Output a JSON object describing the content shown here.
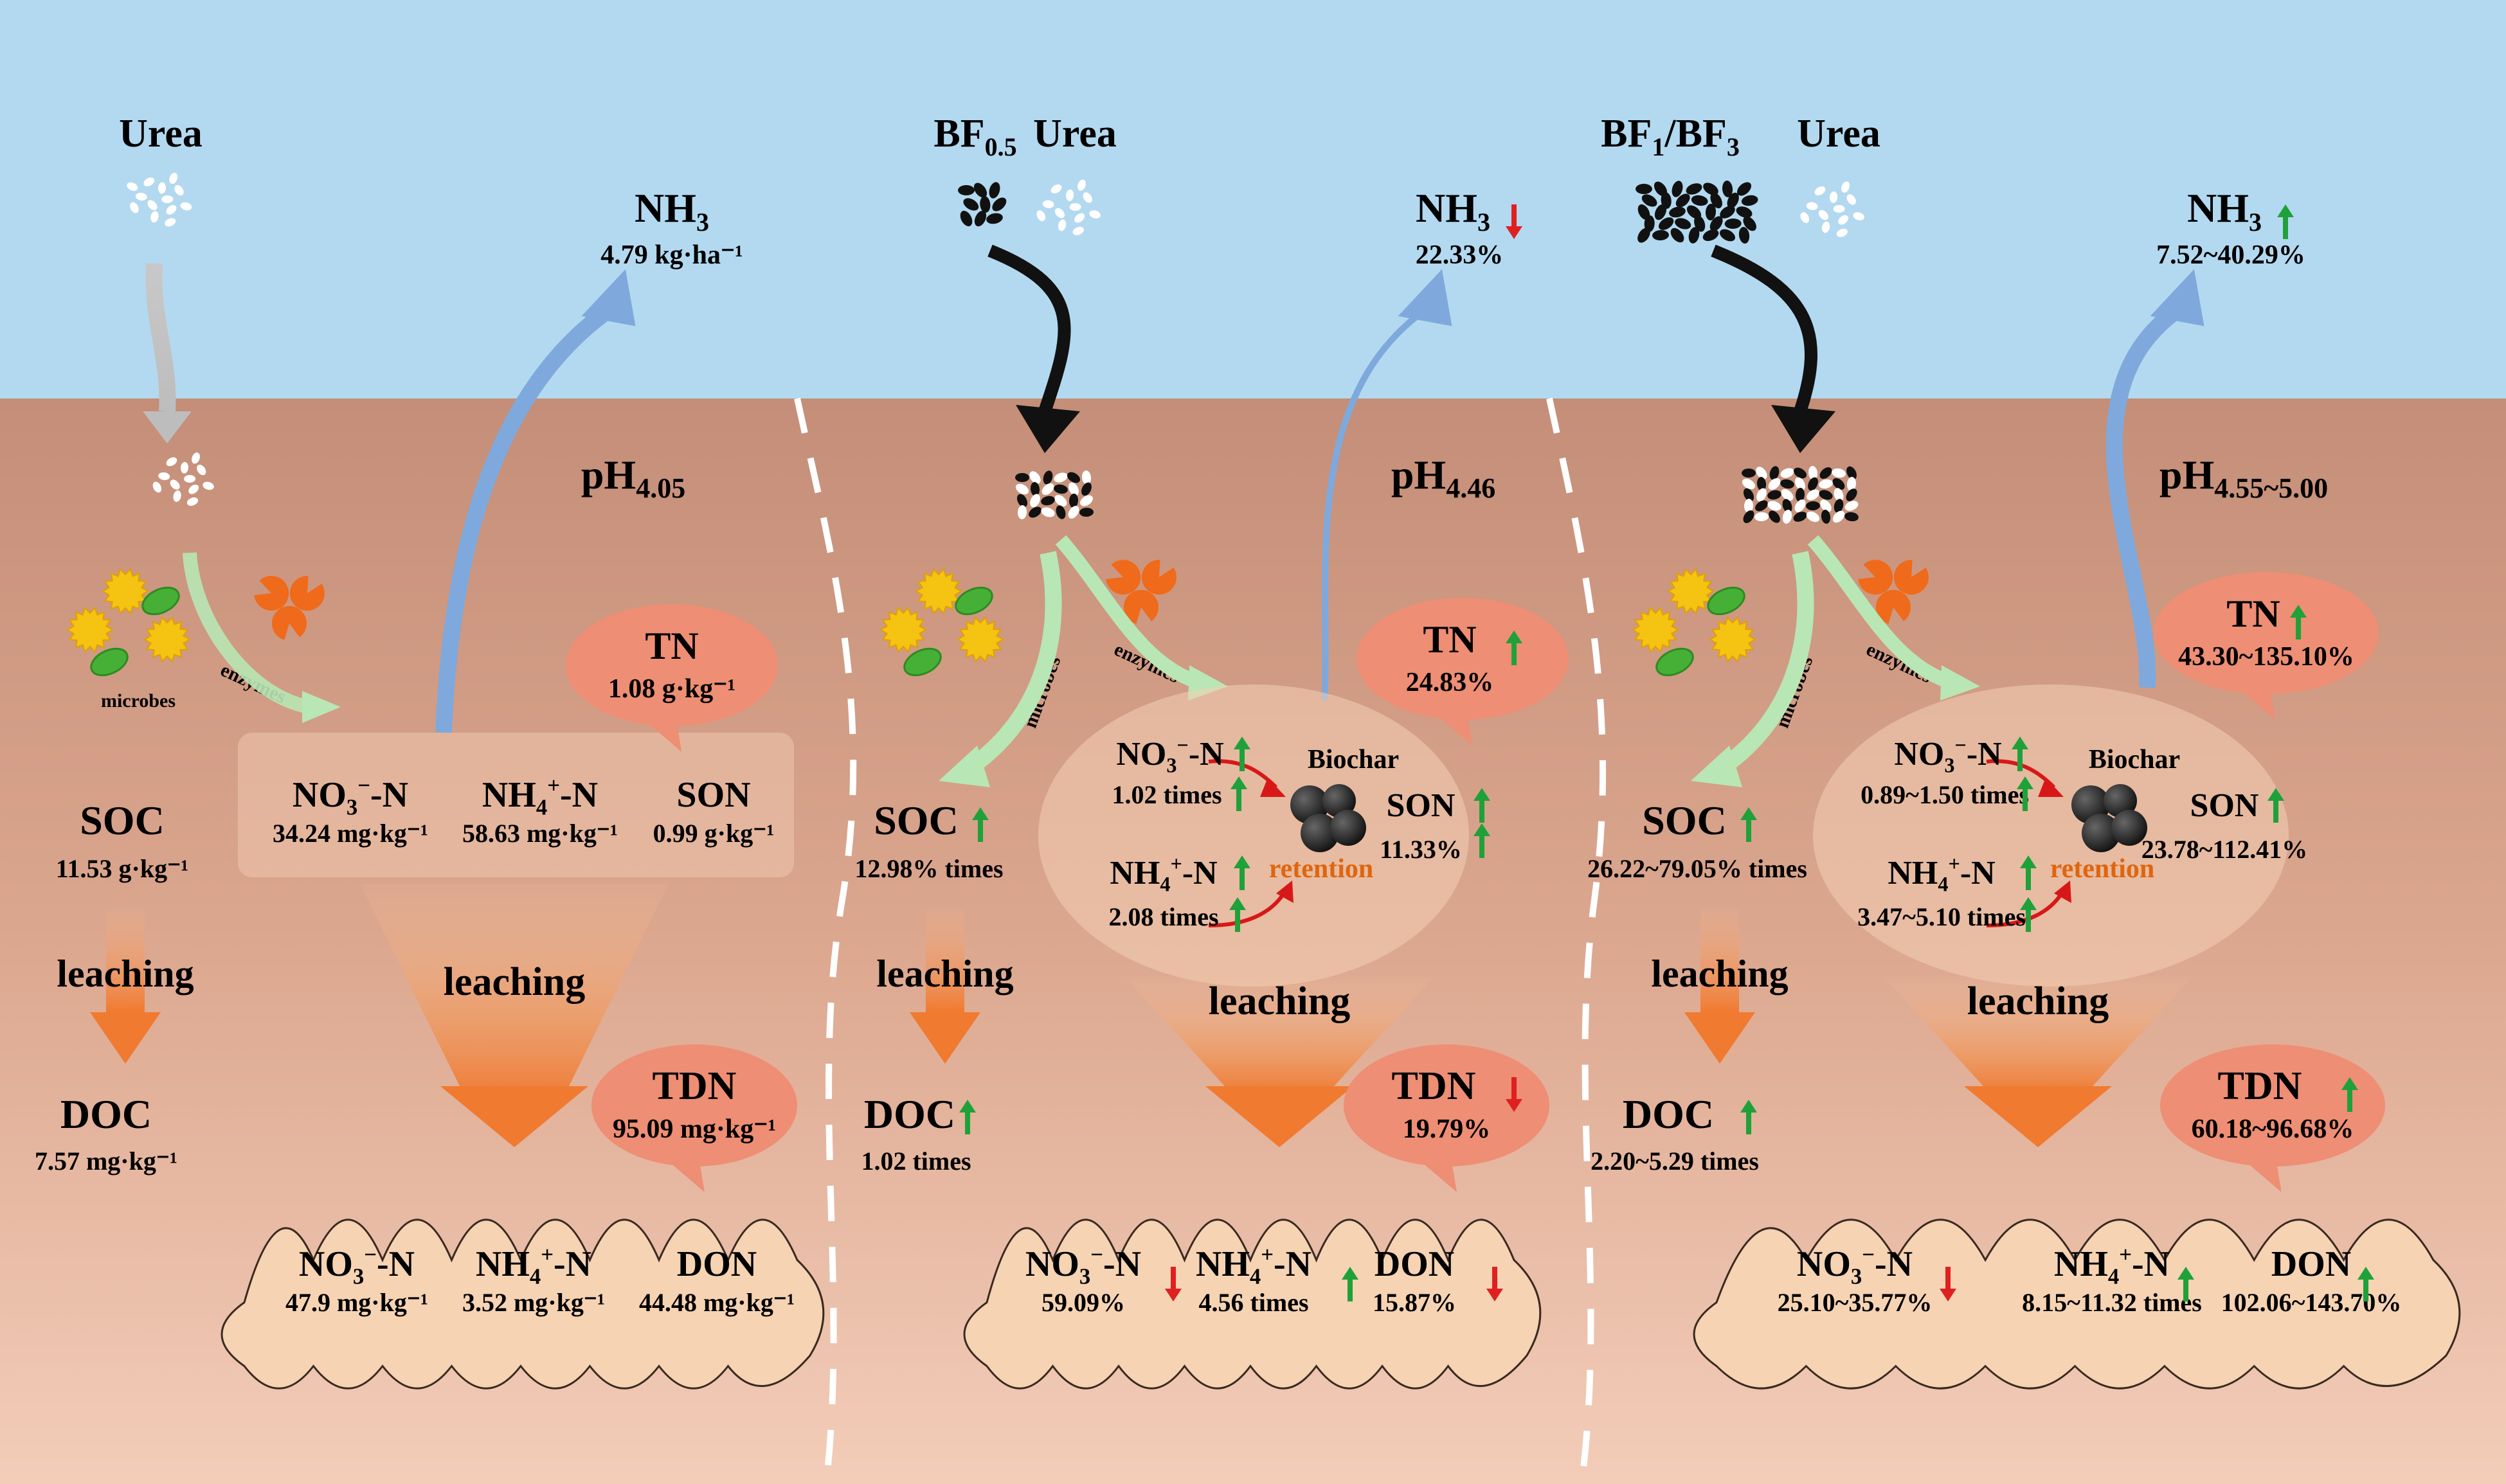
{
  "colors": {
    "sky": "#b3d9f0",
    "soil_top": "#c48e78",
    "soil_bottom": "#f3cdb9",
    "bubble": "#ee8e74",
    "cloud": "#f5d3b3",
    "zone": "#f3cfb5",
    "arrow_orange": "#f07a30",
    "arrow_blue": "#7fa9dc",
    "up_green": "#1fa13a",
    "down_red": "#e02020"
  },
  "panels": [
    {
      "inputs": {
        "urea": "Urea"
      },
      "nh3": {
        "label": "NH",
        "sub": "3",
        "value": "4.79 kg·ha⁻¹",
        "trend": ""
      },
      "ph": {
        "label": "pH",
        "sub": "4.05"
      },
      "microbes_label": "microbes",
      "enzymes_label": "enzymes",
      "tn": {
        "label": "TN",
        "value": "1.08 g·kg⁻¹",
        "trend": ""
      },
      "soil_n": [
        {
          "label_main": "NO",
          "label_sub": "3",
          "label_sup": "−",
          "label_end": "-N",
          "value": "34.24 mg·kg⁻¹",
          "trend": ""
        },
        {
          "label_main": "NH",
          "label_sub": "4",
          "label_sup": "+",
          "label_end": "-N",
          "value": "58.63 mg·kg⁻¹",
          "trend": ""
        },
        {
          "label_main": "SON",
          "label_sub": "",
          "label_sup": "",
          "label_end": "",
          "value": "0.99 g·kg⁻¹",
          "trend": ""
        }
      ],
      "soc": {
        "label": "SOC",
        "value": "11.53 g·kg⁻¹",
        "trend": ""
      },
      "doc": {
        "label": "DOC",
        "value": "7.57 mg·kg⁻¹",
        "trend": ""
      },
      "leaching_label": "leaching",
      "tdn": {
        "label": "TDN",
        "value": "95.09 mg·kg⁻¹",
        "trend": ""
      },
      "leach_n": [
        {
          "label_main": "NO",
          "label_sub": "3",
          "label_sup": "−",
          "label_end": "-N",
          "value": "47.9 mg·kg⁻¹",
          "trend": ""
        },
        {
          "label_main": "NH",
          "label_sub": "4",
          "label_sup": "+",
          "label_end": "-N",
          "value": "3.52 mg·kg⁻¹",
          "trend": ""
        },
        {
          "label_main": "DON",
          "label_sub": "",
          "label_sup": "",
          "label_end": "",
          "value": "44.48 mg·kg⁻¹",
          "trend": ""
        }
      ]
    },
    {
      "inputs": {
        "bf_main": "BF",
        "bf_sub": "0.5",
        "urea": "Urea"
      },
      "nh3": {
        "label": "NH",
        "sub": "3",
        "value": "22.33%",
        "trend": "down"
      },
      "ph": {
        "label": "pH",
        "sub": "4.46"
      },
      "microbes_label": "microbes",
      "enzymes_label": "enzymes",
      "tn": {
        "label": "TN",
        "value": "24.83%",
        "trend": "up"
      },
      "biochar_label": "Biochar",
      "retention_label": "retention",
      "soil_n": [
        {
          "label_main": "NO",
          "label_sub": "3",
          "label_sup": "−",
          "label_end": "-N",
          "value": "1.02 times",
          "trend": "up"
        },
        {
          "label_main": "NH",
          "label_sub": "4",
          "label_sup": "+",
          "label_end": "-N",
          "value": "2.08 times",
          "trend": "up"
        },
        {
          "label_main": "SON",
          "label_sub": "",
          "label_sup": "",
          "label_end": "",
          "value": "11.33%",
          "trend": "up"
        }
      ],
      "soc": {
        "label": "SOC",
        "value": "12.98% times",
        "trend": "up"
      },
      "doc": {
        "label": "DOC",
        "value": "1.02 times",
        "trend": "up"
      },
      "leaching_label": "leaching",
      "tdn": {
        "label": "TDN",
        "value": "19.79%",
        "trend": "down"
      },
      "leach_n": [
        {
          "label_main": "NO",
          "label_sub": "3",
          "label_sup": "−",
          "label_end": "-N",
          "value": "59.09%",
          "trend": "down"
        },
        {
          "label_main": "NH",
          "label_sub": "4",
          "label_sup": "+",
          "label_end": "-N",
          "value": "4.56 times",
          "trend": "up"
        },
        {
          "label_main": "DON",
          "label_sub": "",
          "label_sup": "",
          "label_end": "",
          "value": "15.87%",
          "trend": "down"
        }
      ]
    },
    {
      "inputs": {
        "bf_main": "BF",
        "bf_sub": "1",
        "bf_sep": "/BF",
        "bf_sub2": "3",
        "urea": "Urea"
      },
      "nh3": {
        "label": "NH",
        "sub": "3",
        "value": "7.52~40.29%",
        "trend": "up"
      },
      "ph": {
        "label": "pH",
        "sub": "4.55~5.00"
      },
      "microbes_label": "microbes",
      "enzymes_label": "enzymes",
      "tn": {
        "label": "TN",
        "value": "43.30~135.10%",
        "trend": "up"
      },
      "biochar_label": "Biochar",
      "retention_label": "retention",
      "soil_n": [
        {
          "label_main": "NO",
          "label_sub": "3",
          "label_sup": "−",
          "label_end": "-N",
          "value": "0.89~1.50 times",
          "trend": "up"
        },
        {
          "label_main": "NH",
          "label_sub": "4",
          "label_sup": "+",
          "label_end": "-N",
          "value": "3.47~5.10 times",
          "trend": "up"
        },
        {
          "label_main": "SON",
          "label_sub": "",
          "label_sup": "",
          "label_end": "",
          "value": "23.78~112.41%",
          "trend": "up"
        }
      ],
      "soc": {
        "label": "SOC",
        "value": "26.22~79.05% times",
        "trend": "up"
      },
      "doc": {
        "label": "DOC",
        "value": "2.20~5.29 times",
        "trend": "up"
      },
      "leaching_label": "leaching",
      "tdn": {
        "label": "TDN",
        "value": "60.18~96.68%",
        "trend": "up"
      },
      "leach_n": [
        {
          "label_main": "NO",
          "label_sub": "3",
          "label_sup": "−",
          "label_end": "-N",
          "value": "25.10~35.77%",
          "trend": "down"
        },
        {
          "label_main": "NH",
          "label_sub": "4",
          "label_sup": "+",
          "label_end": "-N",
          "value": "8.15~11.32 times",
          "trend": "up"
        },
        {
          "label_main": "DON",
          "label_sub": "",
          "label_sup": "",
          "label_end": "",
          "value": "102.06~143.70%",
          "trend": "up"
        }
      ]
    }
  ]
}
